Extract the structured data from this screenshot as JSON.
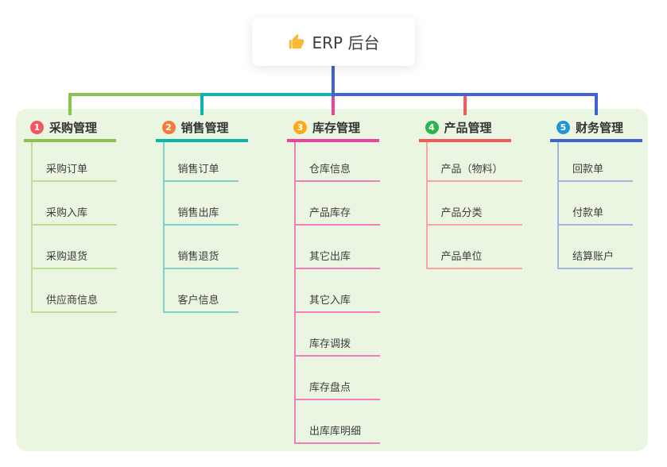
{
  "root": {
    "title": "ERP 后台",
    "icon": "thumbs-up-icon",
    "icon_color": "#f6b93b"
  },
  "branches": [
    {
      "index": "1",
      "title": "采购管理",
      "badge_color": "#f25662",
      "line_color": "#8cc34f",
      "light_line_color": "#bcdf96",
      "children": [
        "采购订单",
        "采购入库",
        "采购退货",
        "供应商信息"
      ]
    },
    {
      "index": "2",
      "title": "销售管理",
      "badge_color": "#f57b3d",
      "line_color": "#0ab5ab",
      "light_line_color": "#7fd2cb",
      "children": [
        "销售订单",
        "销售出库",
        "销售退货",
        "客户信息"
      ]
    },
    {
      "index": "3",
      "title": "库存管理",
      "badge_color": "#fbab18",
      "line_color": "#e8439d",
      "light_line_color": "#f07fbd",
      "children": [
        "仓库信息",
        "产品库存",
        "其它出库",
        "其它入库",
        "库存调拨",
        "库存盘点",
        "出库库明细"
      ]
    },
    {
      "index": "4",
      "title": "产品管理",
      "badge_color": "#2eb44e",
      "line_color": "#f45a54",
      "light_line_color": "#f9a5a1",
      "children": [
        "产品（物料）",
        "产品分类",
        "产品单位"
      ]
    },
    {
      "index": "5",
      "title": "财务管理",
      "badge_color": "#1f97d5",
      "line_color": "#3f63d3",
      "light_line_color": "#a3b4e4",
      "children": [
        "回款单",
        "付款单",
        "结算账户"
      ]
    }
  ],
  "colors": {
    "panel_bg": "#eaf6e2",
    "root_stem": "#3f63d3",
    "text_dark": "#333333"
  }
}
